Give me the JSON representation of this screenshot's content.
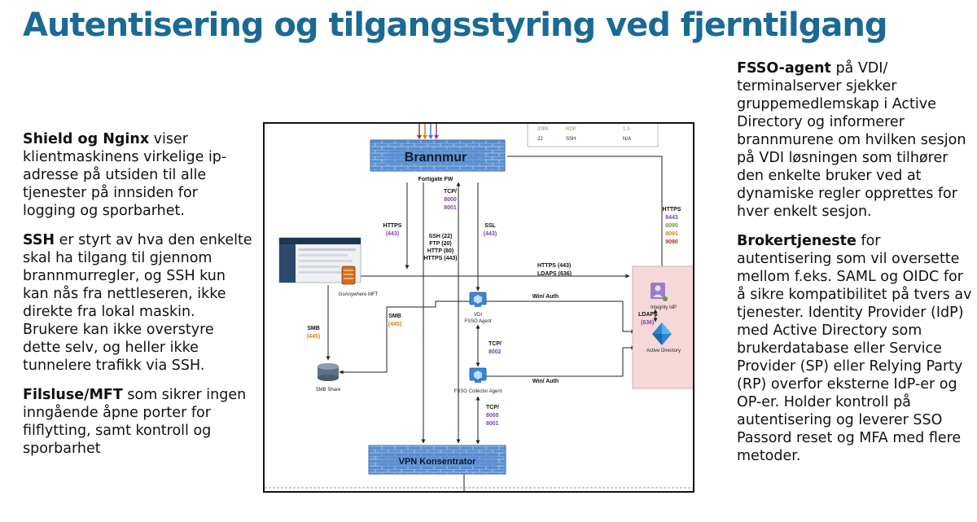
{
  "title": "Autentisering og tilgangsstyring ved fjerntilgang",
  "left": {
    "p1_bold": "Shield og Nginx",
    "p1_text": " viser klientmaskinens virkelige ip-adresse på utsiden til alle tjenester på innsiden for logging og sporbarhet.",
    "p2_bold": "SSH",
    "p2_text": " er styrt av hva den enkelte skal ha tilgang til gjennom brannmurregler, og SSH kun kan nås fra nettleseren, ikke direkte fra lokal maskin. Brukere kan ikke overstyre dette selv, og heller ikke tunnelere trafikk via SSH.",
    "p3_bold": "Filsluse/MFT",
    "p3_text": " som sikrer ingen inngående åpne porter for filflytting, samt kontroll og sporbarhet"
  },
  "right": {
    "p1_bold": "FSSO-agent",
    "p1_text": " på VDI/ terminalserver sjekker gruppemedlemskap i Active Directory og informerer brannmurene om hvilken sesjon på VDI løsningen som tilhører den enkelte bruker ved at dynamiske regler opprettes for hver enkelt sesjon.",
    "p2_bold": "Brokertjeneste",
    "p2_text": " for autentisering som vil oversette mellom f.eks. SAML og OIDC for å sikre kompatibilitet på tvers av tjenester. Identity Provider (IdP) med Active Directory som brukerdatabase eller Service Provider (SP) eller Relying Party (RP) overfor eksterne IdP-er og OP-er. Holder kontroll på autentisering og leverer SSO Passord reset og MFA med flere metoder."
  },
  "diagram": {
    "firewall_label": "Brannmur",
    "firewall_sub": "Fortigate FW",
    "vpn_label": "VPN Konsentrator",
    "table_rows": [
      [
        "3389",
        "RDP",
        "1.3"
      ],
      [
        "22",
        "SSH",
        "N/A"
      ]
    ],
    "https443_a": "HTTPS",
    "https443_b": "(443)",
    "ssh_block": [
      "SSH (22)",
      "FTP (20)",
      "HTTP (80)",
      "HTTPS (443)"
    ],
    "tcp_top": "TCP/",
    "tcp_top_ports": [
      "8000",
      "8001"
    ],
    "ssl_a": "SSL",
    "ssl_b": "(443)",
    "https_right": "HTTPS",
    "https_right_ports": [
      "8443",
      "8090",
      "8091",
      "9090"
    ],
    "https_ldaps_1": "HTTPS (443)",
    "https_ldaps_2": "LDAPS (636)",
    "goanywhere": "GoAnywhere MFT",
    "smb_left_a": "SMB",
    "smb_left_b": "(445)",
    "smb_mid_a": "SMB",
    "smb_mid_b": "(445)",
    "smb_share": "SMB Share",
    "vdi_a": "VDI",
    "vdi_b": "FSSO Agent",
    "win_auth_1": "Win/ Auth",
    "win_auth_2": "Win/ Auth",
    "tcp_mid": "TCP/",
    "tcp_mid_port": "8002",
    "fsso_collector": "FSSO Collector Agent",
    "tcp_bottom": "TCP/",
    "tcp_bottom_ports": [
      "8000",
      "8001"
    ],
    "ldaps_a": "LDAPS",
    "ldaps_b": "(636)",
    "integrity_idp": "Integrity IdP",
    "active_directory": "Active Directory"
  },
  "colors": {
    "title": "#1a6a94",
    "port_orange": "#d4820c",
    "port_purple": "#7b3fa8",
    "port_green": "#5aa02c",
    "port_red": "#c0281c",
    "firewall_fill": "#5b8ed0",
    "ad_box": "#f6d8d8"
  }
}
